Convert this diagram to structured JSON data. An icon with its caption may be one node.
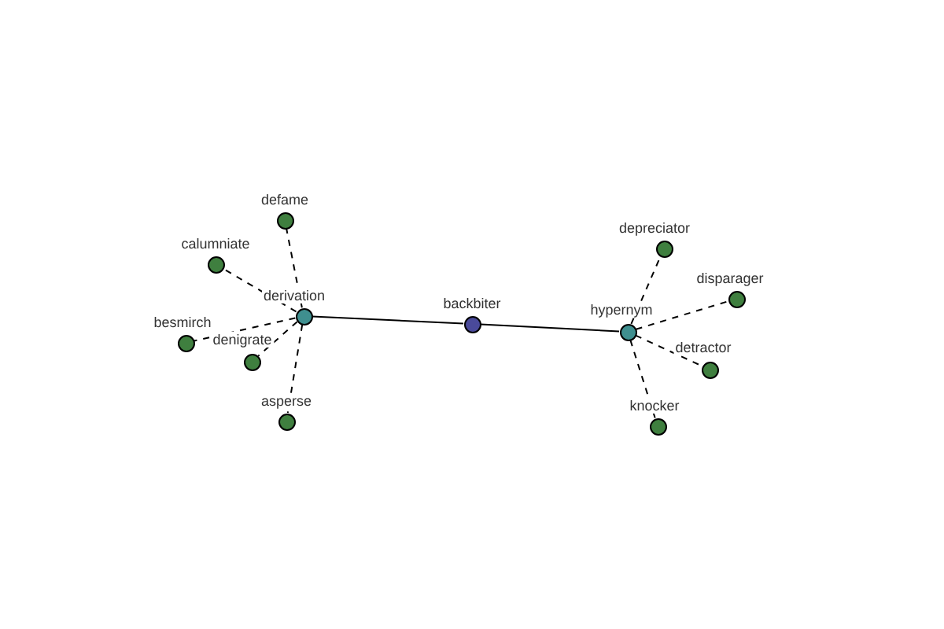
{
  "diagram": {
    "nodes": [
      {
        "text": [
          "backbiter"
        ]
      },
      {
        "text": [
          "derivation"
        ]
      },
      {
        "text": [
          "hypernym"
        ]
      },
      {
        "text": [
          "defame"
        ]
      },
      {
        "text": [
          "calumniate"
        ]
      },
      {
        "text": [
          "besmirch"
        ]
      },
      {
        "text": [
          "denigrate"
        ]
      },
      {
        "text": [
          "asperse"
        ]
      },
      {
        "text": [
          "depreciator"
        ]
      },
      {
        "text": [
          "disparager"
        ]
      },
      {
        "text": [
          "detractor"
        ]
      },
      {
        "text": [
          "knocker"
        ]
      }
    ],
    "edges": [
      {
        "from": 0,
        "to": 1,
        "arrow": "none"
      },
      {
        "from": 0,
        "to": 2,
        "arrow": "none"
      },
      {
        "from": 1,
        "to": 3,
        "arrow": "none",
        "style": "dashed"
      },
      {
        "from": 1,
        "to": 4,
        "arrow": "none",
        "style": "dashed"
      },
      {
        "from": 1,
        "to": 5,
        "arrow": "none",
        "style": "dashed"
      },
      {
        "from": 1,
        "to": 6,
        "arrow": "none",
        "style": "dashed"
      },
      {
        "from": 1,
        "to": 7,
        "arrow": "none",
        "style": "dashed"
      },
      {
        "from": 2,
        "to": 8,
        "arrow": "none",
        "style": "dashed"
      },
      {
        "from": 2,
        "to": 9,
        "arrow": "none",
        "style": "dashed"
      },
      {
        "from": 2,
        "to": 10,
        "arrow": "none",
        "style": "dashed"
      },
      {
        "from": 2,
        "to": 11,
        "arrow": "none",
        "style": "dashed"
      }
    ]
  }
}
